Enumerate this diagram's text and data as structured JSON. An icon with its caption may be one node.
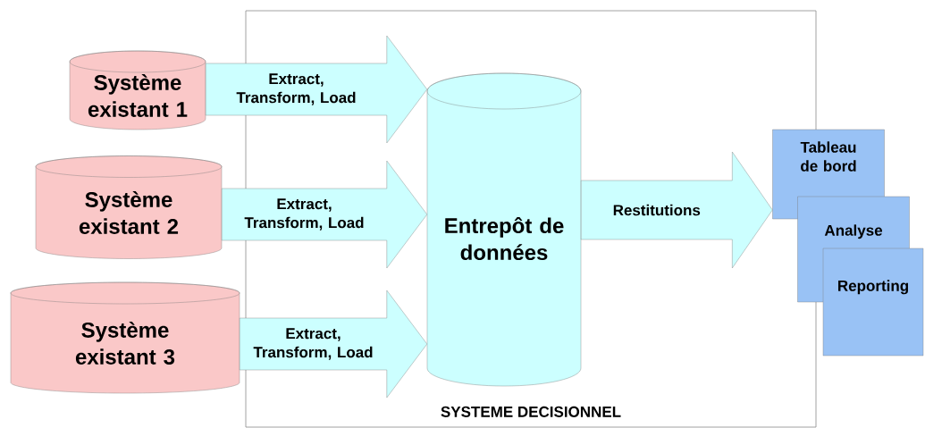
{
  "diagram": {
    "nodes": [
      {
        "text": [
          "SYSTEME DECISIONNEL"
        ]
      },
      {
        "text": [
          "Système existant 1"
        ]
      },
      {
        "text": [
          "Système existant 2"
        ]
      },
      {
        "text": [
          "Système existant 3"
        ]
      },
      {
        "text": [
          "Entrepôt de données"
        ],
        "in": 0
      },
      {
        "text": [
          "Tableau de bord"
        ]
      },
      {
        "text": [
          "Analyse"
        ]
      },
      {
        "text": [
          "Reporting"
        ]
      }
    ],
    "edges": [
      {
        "from": 1,
        "to": 4,
        "arrow": "to",
        "label": "Extract, Transform, Load"
      },
      {
        "from": 2,
        "to": 4,
        "arrow": "to",
        "label": "Extract, Transform, Load"
      },
      {
        "from": 3,
        "to": 4,
        "arrow": "to",
        "label": "Extract, Transform, Load"
      },
      {
        "from": 4,
        "to": 5,
        "arrow": "to",
        "label": "Restitutions"
      }
    ]
  }
}
